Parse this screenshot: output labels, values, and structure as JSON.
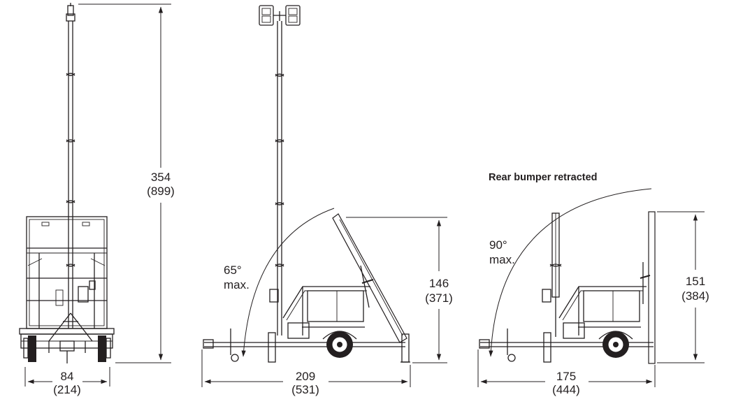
{
  "views": {
    "rear": {
      "height_in": "354",
      "height_mm": "(899)",
      "width_in": "84",
      "width_mm": "(214)"
    },
    "side_tilted": {
      "angle_value": "65°",
      "angle_note": "max.",
      "panel_height_in": "146",
      "panel_height_mm": "(371)",
      "length_in": "209",
      "length_mm": "(531)"
    },
    "side_retracted": {
      "caption": "Rear bumper retracted",
      "angle_value": "90°",
      "angle_note": "max.",
      "panel_height_in": "151",
      "panel_height_mm": "(384)",
      "length_in": "175",
      "length_mm": "(444)"
    }
  }
}
